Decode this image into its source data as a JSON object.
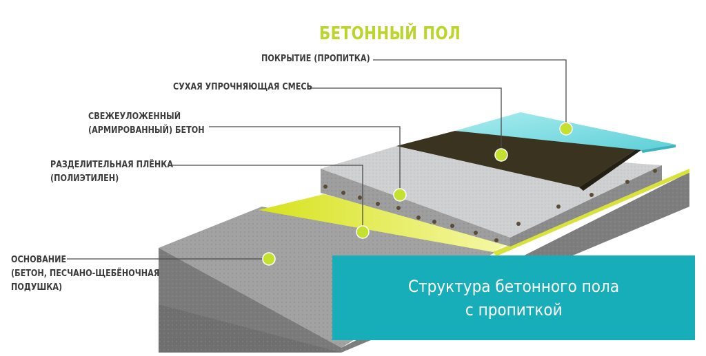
{
  "title": "БЕТОННЫЙ ПОЛ",
  "labels": {
    "coating": "ПОКРЫТИЕ (ПРОПИТКА)",
    "dry_mix": "СУХАЯ УПРОЧНЯЮЩАЯ СМЕСЬ",
    "fresh_concrete_line1": "СВЕЖЕУЛОЖЕННЫЙ",
    "fresh_concrete_line2": "(АРМИРОВАННЫЙ) БЕТОН",
    "film_line1": "РАЗДЕЛИТЕЛЬНАЯ ПЛЁНКА",
    "film_line2": "(ПОЛИЭТИЛЕН)",
    "base_line1": "ОСНОВАНИЕ",
    "base_line2": "(БЕТОН, ПЕСЧАНО-ЩЕБЁНОЧНАЯ",
    "base_line3": "ПОДУШКА)"
  },
  "banner": {
    "line1": "Структура бетонного пола",
    "line2": "с пропиткой"
  },
  "colors": {
    "title": "#b9d72a",
    "marker": "#c4e12f",
    "banner": "#18aeb9",
    "coating_layer": "#8fe0e4",
    "dry_mix_layer": "#3b3520",
    "fresh_concrete_layer": "#c9cacb",
    "film_layer": "#e4ec3c",
    "base_layer": "#8c8c8c"
  }
}
